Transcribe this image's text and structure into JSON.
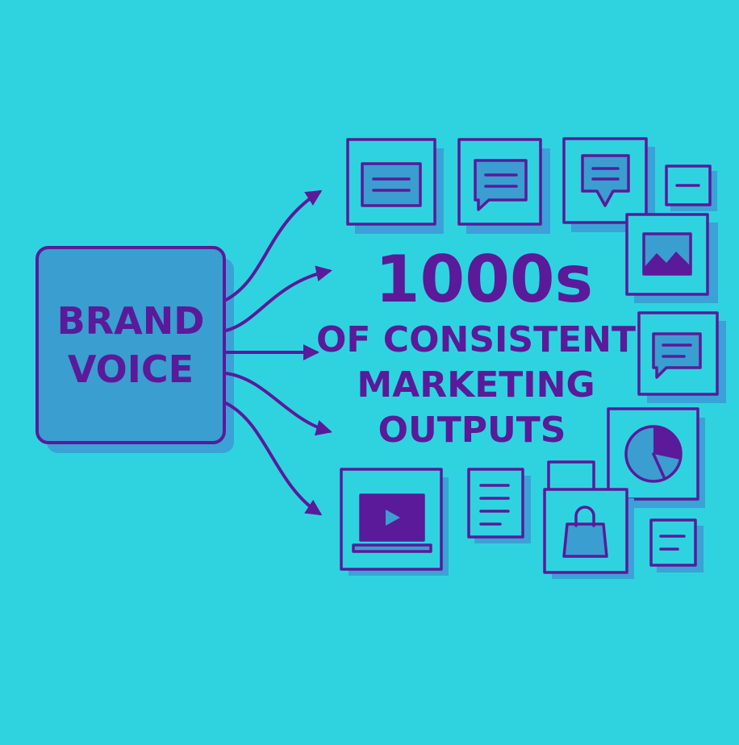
{
  "brand_box": {
    "line1": "BRAND",
    "line2": "VOICE"
  },
  "headline": {
    "big": "1000s",
    "line1": "OF CONSISTENT",
    "line2": "MARKETING",
    "line3": "OUTPUTS"
  },
  "colors": {
    "background": "#2fd3e0",
    "stroke": "#5a1a9a",
    "box_fill": "#3a9ed0",
    "shadow": "#3aa2d6"
  },
  "icons": [
    "text-card-icon",
    "chat-card-icon",
    "speech-bubble-icon",
    "small-note-icon",
    "image-card-icon",
    "message-card-icon",
    "pie-chart-icon",
    "video-laptop-icon",
    "document-icon",
    "shopping-bag-icon",
    "small-text-icon"
  ]
}
